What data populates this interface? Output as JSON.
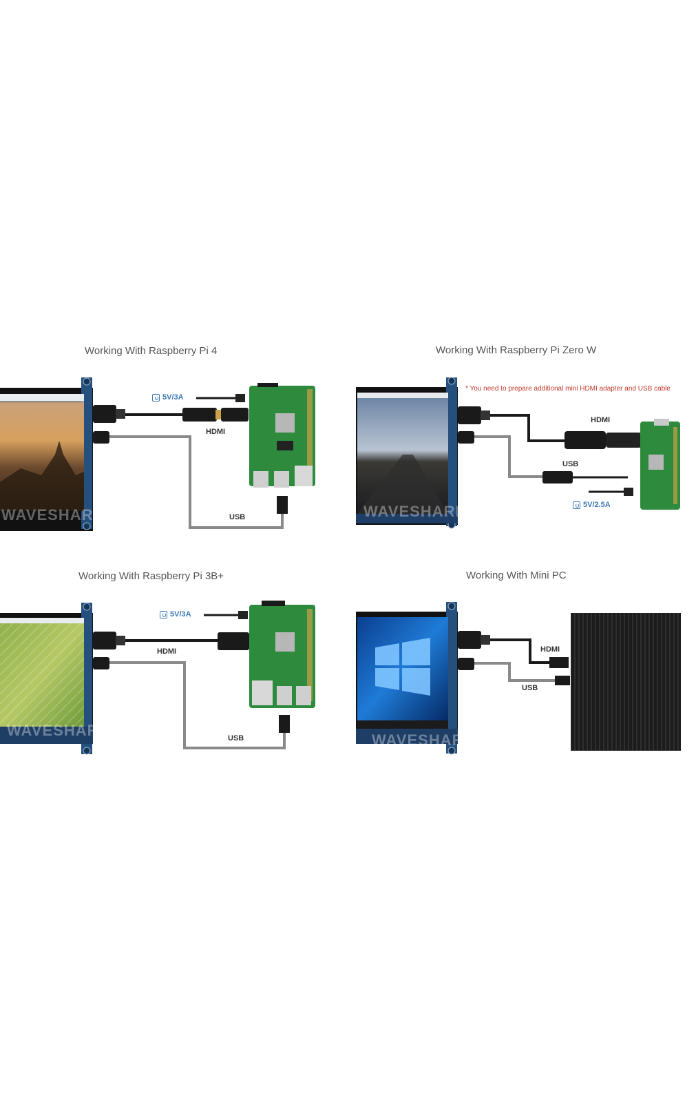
{
  "panels": {
    "pi4": {
      "title": "Working With Raspberry Pi 4",
      "power": "5V/3A",
      "hdmi": "HDMI",
      "usb": "USB"
    },
    "pi_zero_w": {
      "title": "Working With Raspberry Pi Zero W",
      "note": "* You need to prepare additional mini HDMI adapter and USB cable",
      "hdmi": "HDMI",
      "usb": "USB",
      "power": "5V/2.5A"
    },
    "pi3bplus": {
      "title": "Working With Raspberry Pi 3B+",
      "power": "5V/3A",
      "hdmi": "HDMI",
      "usb": "USB"
    },
    "mini_pc": {
      "title": "Working With Mini PC",
      "hdmi": "HDMI",
      "usb": "USB"
    }
  },
  "watermark": "WAVESHARE",
  "colors": {
    "power_blue": "#3a78b5",
    "note_red": "#c0392b",
    "board_green": "#2e8b3e",
    "cable_black": "#1a1a1a",
    "cable_grey": "#8a8a8a"
  }
}
